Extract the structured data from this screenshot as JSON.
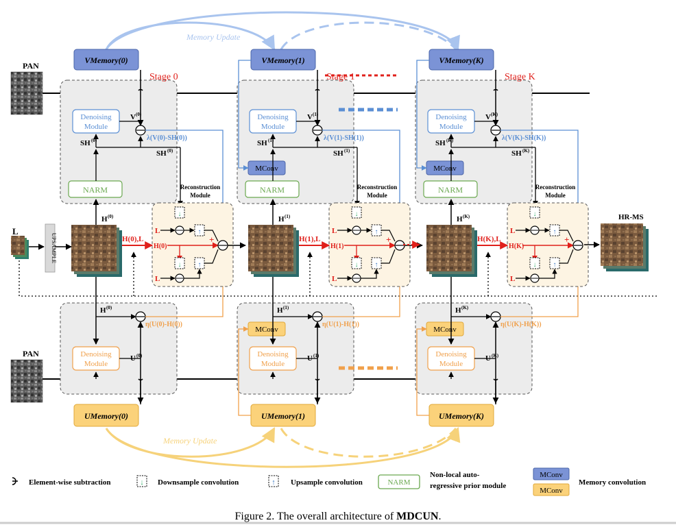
{
  "memory_update_label": "Memory Update",
  "stages": [
    {
      "vmem": "VMemory(0)",
      "umem": "UMemory(0)",
      "stage": "Stage 0",
      "V": "V",
      "U": "U",
      "idx": "(0)",
      "H": "H",
      "SH": "SH",
      "lambda_expr": "λ(V(0)-SH(0))",
      "eta_expr": "η(U(0)-H(0))",
      "hl": "H(0),L",
      "h_in": "H(0)"
    },
    {
      "vmem": "VMemory(1)",
      "umem": "UMemory(1)",
      "stage": "Stage 1",
      "V": "V",
      "U": "U",
      "idx": "(1)",
      "H": "H",
      "SH": "SH",
      "lambda_expr": "λ(V(1)-SH(1))",
      "eta_expr": "η(U(1)-H(1))",
      "hl": "H(1),L",
      "h_in": "H(1)"
    },
    {
      "vmem": "VMemory(K)",
      "umem": "UMemory(K)",
      "stage": "Stage K",
      "V": "V",
      "U": "U",
      "idx": "(K)",
      "H": "H",
      "SH": "SH",
      "lambda_expr": "λ(V(K)-SH(K))",
      "eta_expr": "η(U(K)-H(K))",
      "hl": "H(K),L",
      "h_in": "H(K)"
    }
  ],
  "labels": {
    "pan": "PAN",
    "l": "L",
    "upsample": "UPSAMPLE",
    "hrms": "HR-MS",
    "denoising": "Denoising",
    "module": "Module",
    "narm": "NARM",
    "mconv": "MConv",
    "reconstruction": "Reconstruction",
    "recon_module": "Module",
    "plus": "+",
    "l_small": "L"
  },
  "legend": {
    "subtraction": "Element-wise subtraction",
    "downsample": "Downsample convolution",
    "upsample": "Upsample convolution",
    "narm_box": "NARM",
    "narm_desc_1": "Non-local auto-",
    "narm_desc_2": "regressive prior module",
    "mconv_blue": "MConv",
    "mconv_orange": "MConv",
    "mconv_desc": "Memory convolution"
  },
  "caption_prefix": "Figure 2. The overall architecture of ",
  "caption_bold": "MDCUN",
  "caption_suffix": ".",
  "colors": {
    "blue": "#5b8fd4",
    "blue_fill": "#7b93d6",
    "orange": "#f0a04b",
    "orange_fill": "#fbd27a",
    "red": "#e0201b",
    "green": "#6aa84f",
    "gray_box": "#ececec",
    "recon_box": "#fdf4e3"
  }
}
